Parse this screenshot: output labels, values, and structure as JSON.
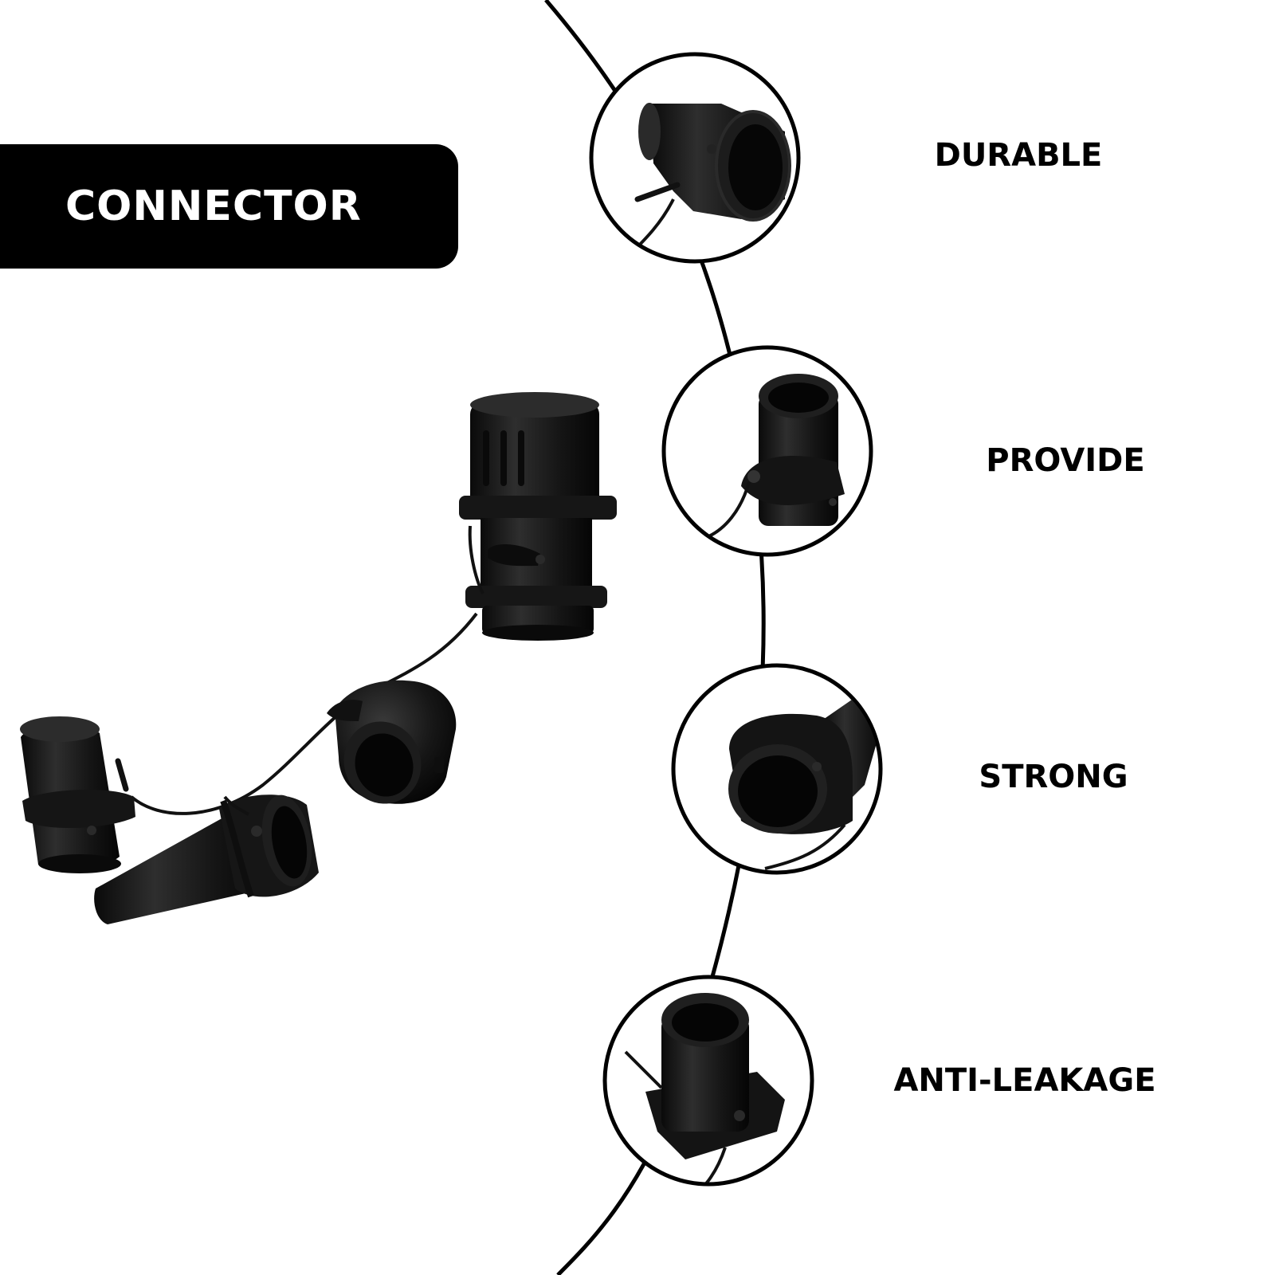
{
  "banner": {
    "title": "CONNECTOR",
    "background": "#000000",
    "text_color": "#ffffff"
  },
  "features": [
    {
      "label": "DURABLE",
      "icon": "connector-detail-photo"
    },
    {
      "label": "PROVIDE",
      "icon": "connector-detail-photo"
    },
    {
      "label": "STRONG",
      "icon": "connector-detail-photo"
    },
    {
      "label": "ANTI-LEAKAGE",
      "icon": "connector-detail-photo"
    }
  ],
  "colors": {
    "product": "#111111",
    "line": "#000000",
    "background": "#ffffff"
  }
}
